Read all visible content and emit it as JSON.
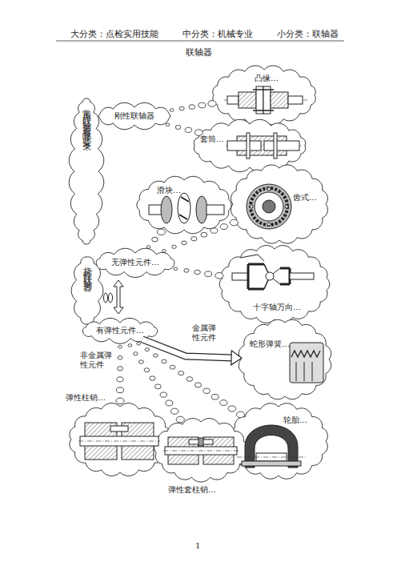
{
  "diagram": {
    "title": "联轴器",
    "nodes": [
      {
        "text": [
          "常用联轴器有哪些类？"
        ]
      },
      {
        "text": [
          "刚性联轴器"
        ]
      },
      {
        "text": [
          "凸缘…"
        ]
      },
      {
        "text": [
          "套筒…"
        ]
      },
      {
        "text": [
          "滑块…"
        ]
      },
      {
        "text": [
          "齿式…"
        ]
      },
      {
        "text": [
          "挠性联轴器"
        ]
      },
      {
        "text": [
          "无弹性元件…"
        ]
      },
      {
        "text": [
          "十字轴万向…"
        ]
      },
      {
        "text": [
          "有弹性元件…"
        ]
      },
      {
        "text": [
          "蛇形弹簧…"
        ]
      },
      {
        "text": [
          "弹性柱销…"
        ]
      },
      {
        "text": [
          "轮胎…"
        ]
      },
      {
        "text": [
          "弹性套柱销…"
        ]
      }
    ],
    "edges": [
      {
        "from": 1,
        "to": 2,
        "arrow": "none"
      },
      {
        "from": 1,
        "to": 3,
        "arrow": "none"
      },
      {
        "from": 7,
        "to": 4,
        "arrow": "none"
      },
      {
        "from": 7,
        "to": 5,
        "arrow": "none"
      },
      {
        "from": 7,
        "to": 8,
        "arrow": "none"
      },
      {
        "from": 9,
        "to": 10,
        "arrow": "to"
      },
      {
        "from": 9,
        "to": 11,
        "arrow": "none"
      },
      {
        "from": 9,
        "to": 13,
        "arrow": "none"
      },
      {
        "from": 9,
        "to": 12,
        "arrow": "none"
      }
    ],
    "labels": [
      "大分类：点检实用技能",
      "中分类：机械专业",
      "小分类：联轴器",
      "金属弹性元件",
      "非金属弹性元件",
      "1"
    ]
  }
}
